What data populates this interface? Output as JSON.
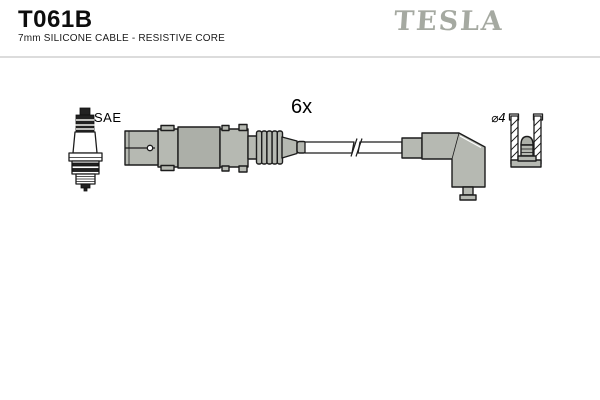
{
  "header": {
    "part_number": "T061B",
    "subtitle": "7mm SILICONE CABLE - RESISTIVE CORE",
    "brand_logo": "TESLA"
  },
  "diagram": {
    "spark_plug_label": "SAE",
    "quantity_label": "6x",
    "diameter_label": "⌀4"
  },
  "colors": {
    "background": "#ffffff",
    "outline": "#1c1c1c",
    "connector_fill": "#b6b9b2",
    "connector_fill_dark": "#acafa8",
    "brand_gray": "#a5a9a1",
    "divider": "#dcdcdc",
    "text": "#000000"
  }
}
